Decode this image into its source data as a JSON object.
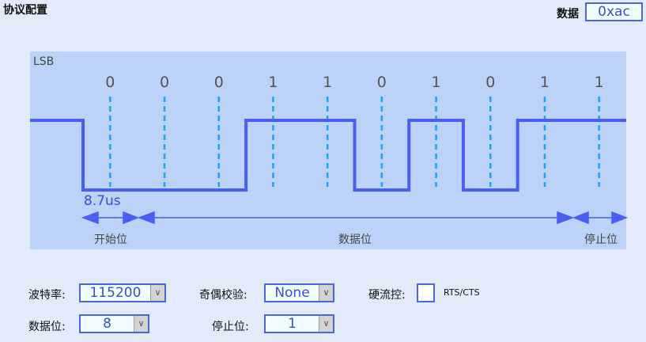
{
  "title": "协议配置",
  "data_label": "数据",
  "data_value": "0xac",
  "lsb_label": "LSB",
  "bits": [
    "0",
    "0",
    "0",
    "1",
    "1",
    "0",
    "1",
    "0",
    "1",
    "1"
  ],
  "bit_time": "8.7us",
  "segments": {
    "start": "开始位",
    "data": "数据位",
    "stop": "停止位"
  },
  "baud": {
    "label": "波特率:",
    "value": "115200"
  },
  "parity": {
    "label": "奇偶校验:",
    "value": "None"
  },
  "flow": {
    "label": "硬流控:",
    "option": "RTS/CTS",
    "checked": false
  },
  "databits": {
    "label": "数据位:",
    "value": "8"
  },
  "stopbits": {
    "label": "停止位:",
    "value": "1"
  },
  "colors": {
    "wave": "#4a5ef0",
    "dash": "#1aa6f0",
    "panel": "#bcd2f9"
  }
}
